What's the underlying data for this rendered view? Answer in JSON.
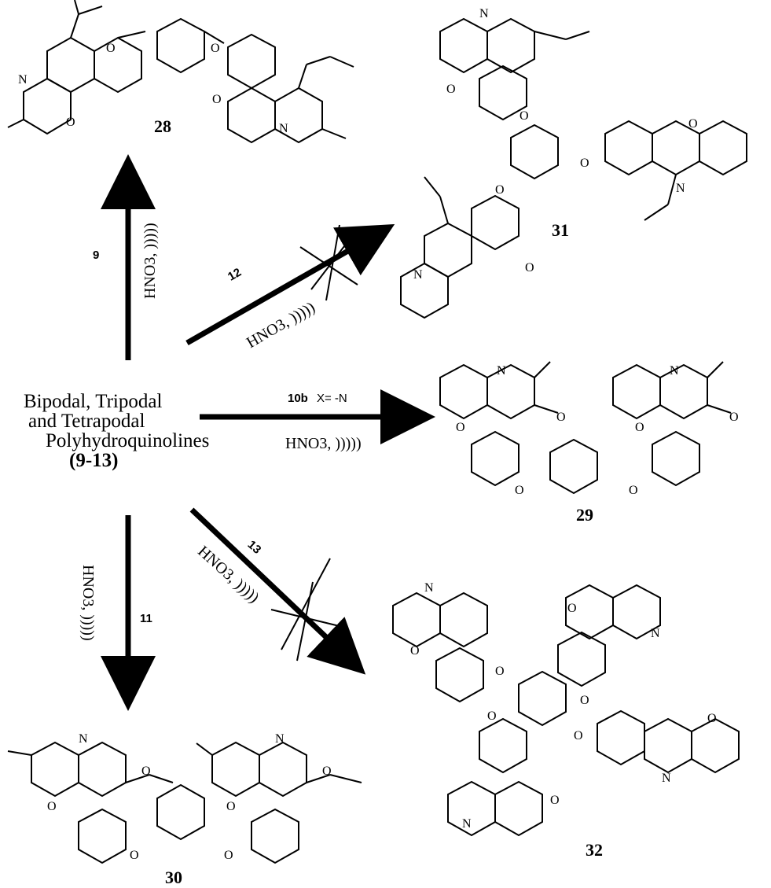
{
  "center_label": {
    "line1": "Bipodal, Tripodal",
    "line2": "and Tetrapodal",
    "line3": "Polyhydroquinolines",
    "line4": "(9-13)"
  },
  "products": {
    "p28": "28",
    "p29": "29",
    "p30": "30",
    "p31": "31",
    "p32": "32"
  },
  "reactions": {
    "up": {
      "step": "9",
      "condition": "HNO3, )))))"
    },
    "upright": {
      "step": "12",
      "condition": "HNO3, )))))"
    },
    "right": {
      "step": "10b",
      "extra": "X= -N",
      "condition": "HNO3, )))))"
    },
    "downright": {
      "step": "13",
      "condition": "HNO3, )))))"
    },
    "down": {
      "step": "11",
      "condition": "HNO3, )))))"
    }
  },
  "atoms": {
    "nitrogen": "N",
    "oxygen": "O"
  },
  "colors": {
    "ink": "#000000",
    "background": "#ffffff"
  }
}
